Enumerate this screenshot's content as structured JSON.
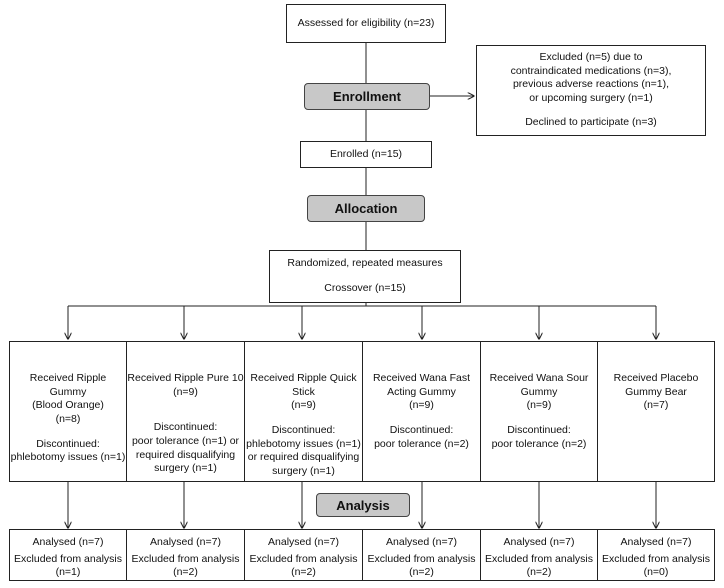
{
  "stages": {
    "enrollment": "Enrollment",
    "allocation": "Allocation",
    "analysis": "Analysis"
  },
  "assessed": "Assessed for eligibility (n=23)",
  "excluded": {
    "line1": "Excluded (n=5) due to",
    "line2": "contraindicated medications (n=3),",
    "line3": "previous adverse reactions (n=1),",
    "line4": "or upcoming surgery (n=1)",
    "line5": "Declined to participate (n=3)"
  },
  "enrolled": "Enrolled (n=15)",
  "randomized": {
    "line1": "Randomized, repeated measures",
    "line2": "Crossover (n=15)"
  },
  "arms": [
    {
      "title1": "Received Ripple Gummy",
      "title2": "(Blood Orange)",
      "title3": "(n=8)",
      "disc1": "Discontinued:",
      "disc2": "phlebotomy issues (n=1)",
      "disc3": "",
      "disc4": ""
    },
    {
      "title1": "Received Ripple Pure 10",
      "title2": "(n=9)",
      "title3": "",
      "disc1": "Discontinued:",
      "disc2": "poor tolerance (n=1) or",
      "disc3": "required disqualifying",
      "disc4": "surgery (n=1)"
    },
    {
      "title1": "Received Ripple Quick",
      "title2": "Stick",
      "title3": "(n=9)",
      "disc1": "Discontinued:",
      "disc2": "phlebotomy issues (n=1)",
      "disc3": "or required disqualifying",
      "disc4": "surgery (n=1)"
    },
    {
      "title1": "Received Wana Fast",
      "title2": "Acting Gummy",
      "title3": "(n=9)",
      "disc1": "Discontinued:",
      "disc2": "poor tolerance (n=2)",
      "disc3": "",
      "disc4": ""
    },
    {
      "title1": "Received Wana Sour",
      "title2": "Gummy",
      "title3": "(n=9)",
      "disc1": "Discontinued:",
      "disc2": "poor tolerance (n=2)",
      "disc3": "",
      "disc4": ""
    },
    {
      "title1": "Received Placebo",
      "title2": "Gummy Bear",
      "title3": "(n=7)",
      "disc1": "",
      "disc2": "",
      "disc3": "",
      "disc4": ""
    }
  ],
  "analysed": [
    {
      "analysed": "Analysed (n=7)",
      "excluded": "Excluded from analysis",
      "n": "(n=1)"
    },
    {
      "analysed": "Analysed (n=7)",
      "excluded": "Excluded from analysis",
      "n": "(n=2)"
    },
    {
      "analysed": "Analysed (n=7)",
      "excluded": "Excluded from analysis",
      "n": "(n=2)"
    },
    {
      "analysed": "Analysed (n=7)",
      "excluded": "Excluded from analysis",
      "n": "(n=2)"
    },
    {
      "analysed": "Analysed (n=7)",
      "excluded": "Excluded from analysis",
      "n": "(n=2)"
    },
    {
      "analysed": "Analysed (n=7)",
      "excluded": "Excluded from analysis",
      "n": "(n=0)"
    }
  ]
}
